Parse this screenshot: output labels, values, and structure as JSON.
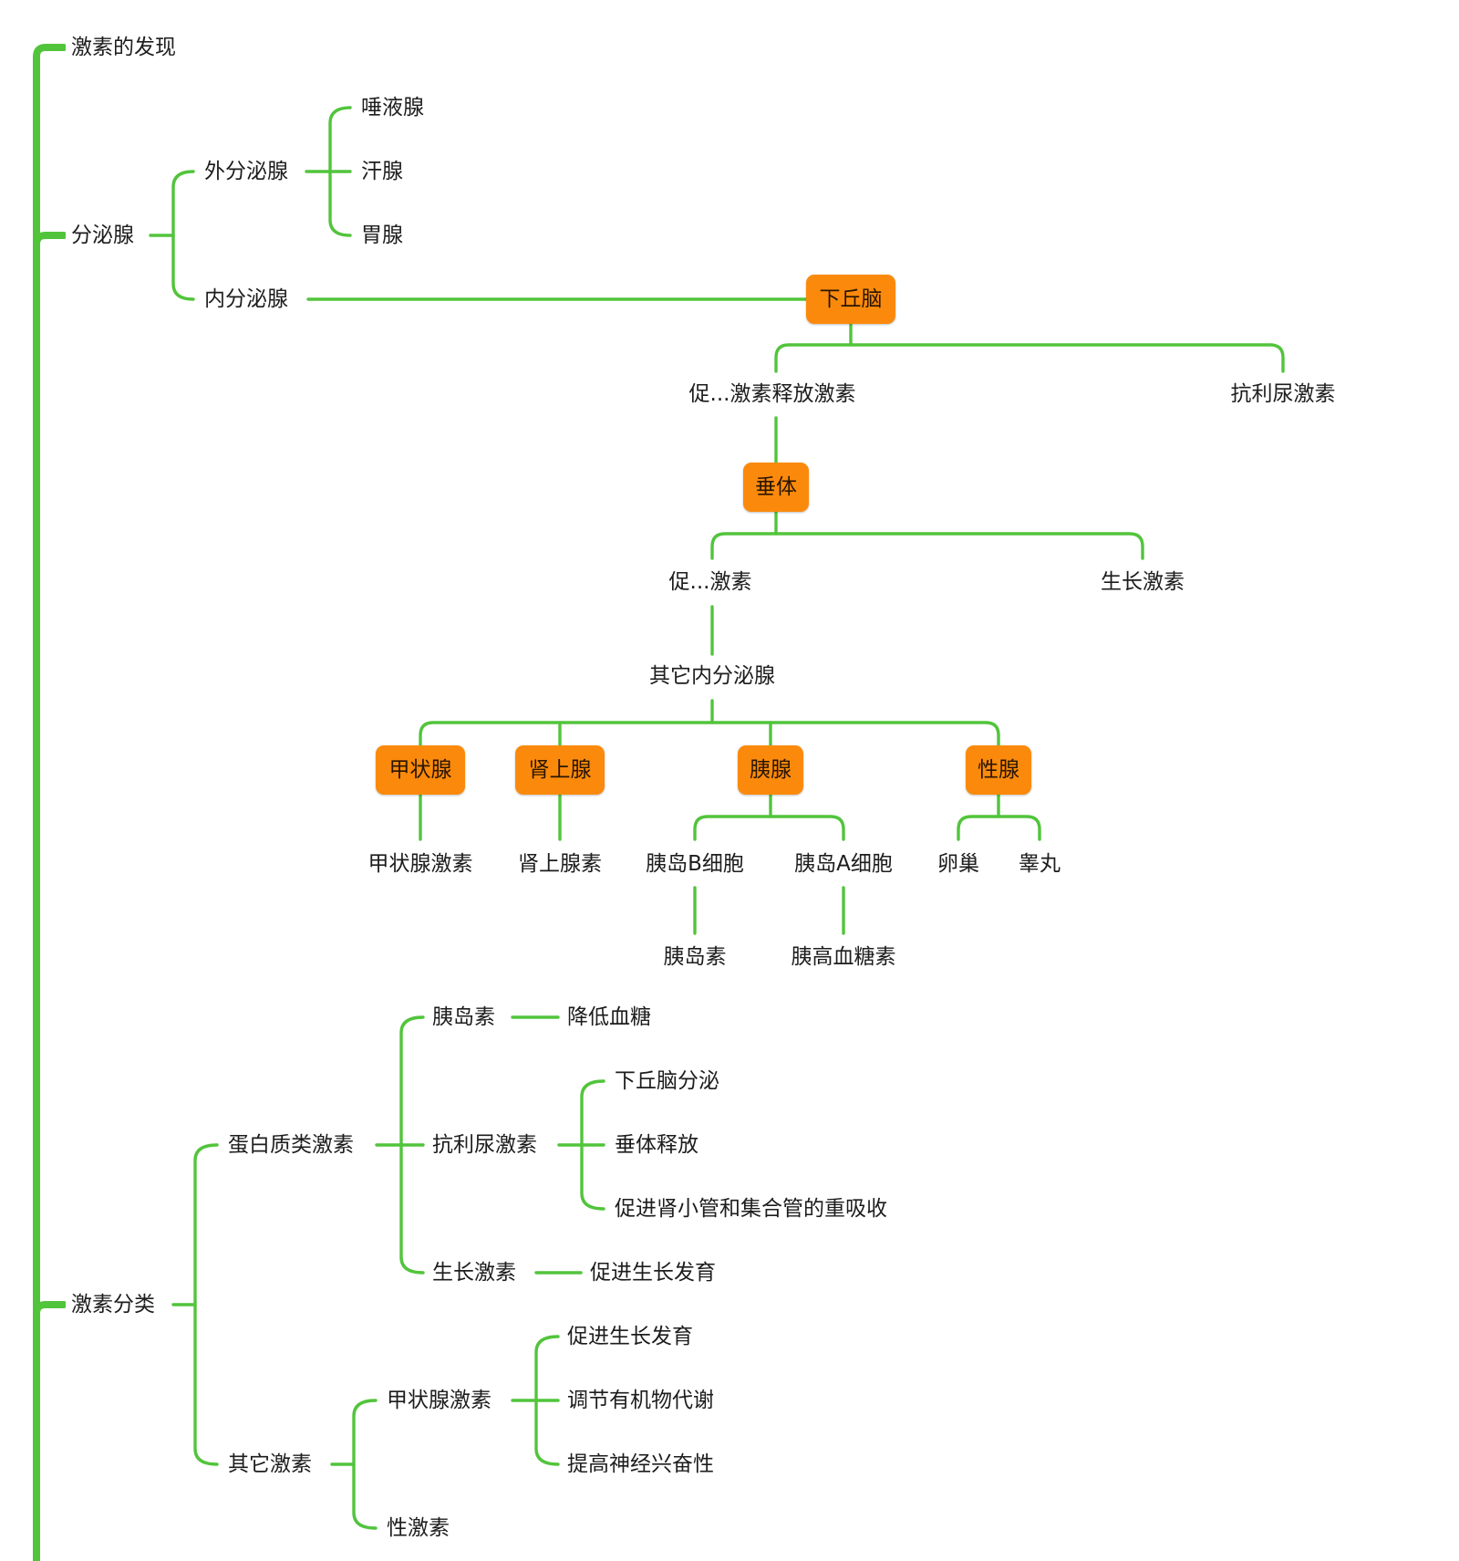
{
  "root": {
    "label": ""
  },
  "branches": {
    "discovery": "激素的发现",
    "glands": "分泌腺",
    "exocrine": "外分泌腺",
    "salivary": "唾液腺",
    "sweat": "汗腺",
    "gastric": "胃腺",
    "endocrine": "内分泌腺",
    "hypothalamus": "下丘脑",
    "releasing_hormone": "促...激素释放激素",
    "adh_top": "抗利尿激素",
    "pituitary": "垂体",
    "tropic_hormone": "促...激素",
    "gh_top": "生长激素",
    "other_endocrine": "其它内分泌腺",
    "thyroid": "甲状腺",
    "adrenal": "肾上腺",
    "pancreas": "胰腺",
    "gonad": "性腺",
    "thyroxine": "甲状腺激素",
    "adrenaline": "肾上腺素",
    "beta_cell": "胰岛B细胞",
    "alpha_cell": "胰岛A细胞",
    "ovary": "卵巢",
    "testis": "睾丸",
    "insulin_top": "胰岛素",
    "glucagon": "胰高血糖素",
    "classification": "激素分类",
    "protein_hormones": "蛋白质类激素",
    "insulin": "胰岛素",
    "lower_glucose": "降低血糖",
    "adh": "抗利尿激素",
    "hyp_secrete": "下丘脑分泌",
    "pit_release": "垂体释放",
    "reabsorb": "促进肾小管和集合管的重吸收",
    "gh": "生长激素",
    "promote_growth_1": "促进生长发育",
    "other_hormones": "其它激素",
    "thyroid_hormone": "甲状腺激素",
    "promote_growth_2": "促进生长发育",
    "metabolism": "调节有机物代谢",
    "excitability": "提高神经兴奋性",
    "sex_hormone": "性激素"
  },
  "colors": {
    "edge": "#52c43c",
    "highlight_box": "#fb8a0c",
    "text": "#1d1d1d"
  }
}
